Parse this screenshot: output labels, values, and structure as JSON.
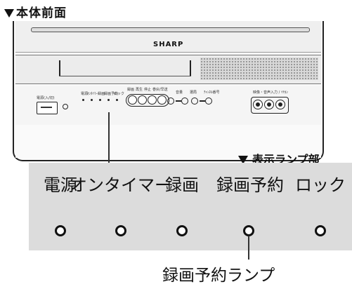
{
  "header": {
    "title": "本体前面"
  },
  "device": {
    "brand": "SHARP",
    "power_label": "電源(入/切)",
    "indicator_labels": [
      "電源",
      "ｵﾝﾀｲﾏｰ",
      "録画",
      "録画予約",
      "ロック"
    ],
    "button_labels": [
      "録画",
      "再生",
      "停止",
      "巻戻/早送"
    ],
    "right_labels": [
      "音量",
      "選局",
      "ﾁｬﾝﾈﾙ番号"
    ],
    "input_label": "映像・音声入力 / ｲﾔﾎﾝ"
  },
  "lamp_panel": {
    "section_label": "表示ランプ部",
    "lamps": [
      {
        "label": "電源"
      },
      {
        "label": "オンタイマー"
      },
      {
        "label": "録画"
      },
      {
        "label": "録画予約"
      },
      {
        "label": "ロック"
      }
    ],
    "callout": "録画予約ランプ"
  }
}
